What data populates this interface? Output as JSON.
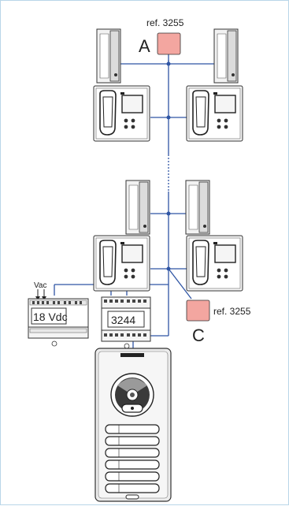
{
  "labels": {
    "ref_top": "ref. 3255",
    "letter_a": "A",
    "ref_right": "ref. 3255",
    "letter_c": "C",
    "vac": "Vac",
    "psu": "18 Vdc",
    "distributor": "3244"
  },
  "colors": {
    "bus_line": "#2f55a4",
    "module_fill": "#f3a6a0",
    "outline": "#333333",
    "frame_border": "#b9d6e8"
  },
  "icons": {
    "handset_phone": "wall-phone-icon",
    "video_monitor": "video-monitor-icon",
    "power_supply": "power-supply-icon",
    "distributor": "distributor-icon",
    "entry_panel": "door-entry-panel-icon"
  }
}
